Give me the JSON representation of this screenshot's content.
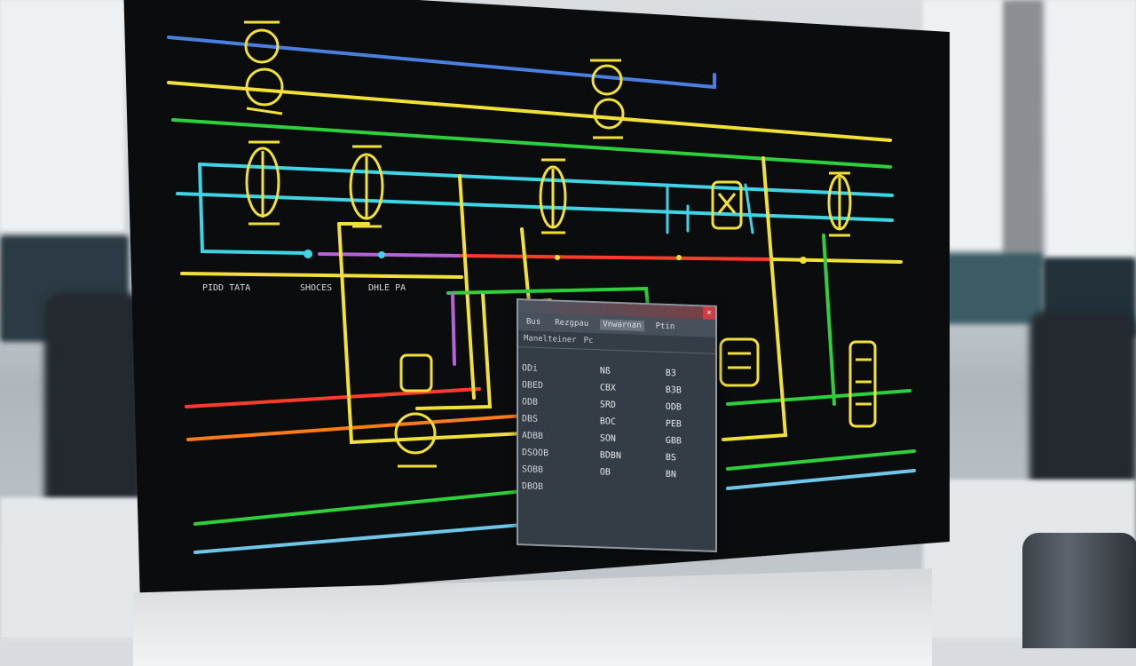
{
  "schematic": {
    "labels": [
      "PIDD TATA",
      "SHOCES",
      "DHLE PA"
    ]
  },
  "dialog": {
    "close_label": "×",
    "menu": [
      "Bus",
      "Rezgpau",
      "Vnwarnan",
      "Ptin"
    ],
    "header": [
      "Manelteiner",
      "Pc"
    ],
    "rows": [
      [
        "",
        "",
        ""
      ],
      [
        "ODi",
        "Nß",
        "B3"
      ],
      [
        "OBED",
        "CBX",
        "B3B"
      ],
      [
        "ODB",
        "SRD",
        "ODB"
      ],
      [
        "DBS",
        "BOC",
        "PEB"
      ],
      [
        "ADBB",
        "SON",
        "GBB"
      ],
      [
        "DSOOB",
        "BDBN",
        "BS"
      ],
      [
        "SOBB",
        "OB",
        "BN"
      ],
      [
        "DBOB",
        "",
        ""
      ]
    ]
  },
  "colors": {
    "blue": "#4a7fe0",
    "yellow": "#f2e03a",
    "green": "#2ecf3c",
    "cyan": "#3fd3e6",
    "red": "#ff3b2e",
    "orange": "#ff7a1a",
    "purple": "#b563d6"
  }
}
